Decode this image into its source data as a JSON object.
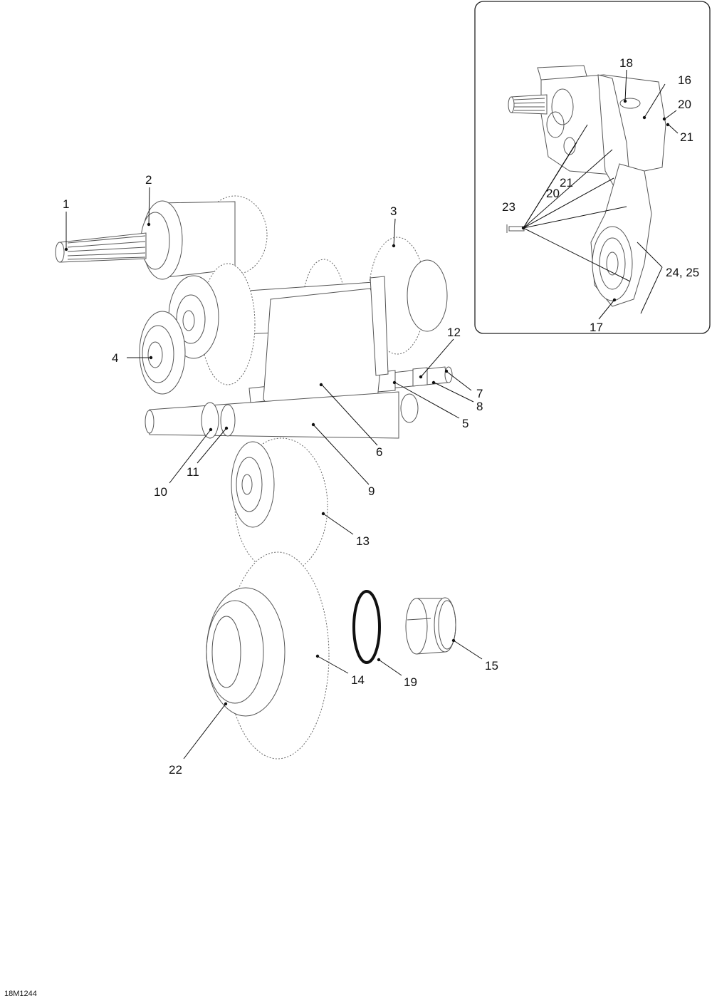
{
  "diagram_code": "18M1244",
  "callouts": {
    "p1": "1",
    "p2": "2",
    "p3": "3",
    "p4": "4",
    "p5": "5",
    "p6": "6",
    "p7": "7",
    "p8": "8",
    "p9": "9",
    "p10": "10",
    "p11": "11",
    "p12": "12",
    "p13": "13",
    "p14": "14",
    "p15": "15",
    "p19": "19",
    "p22": "22"
  },
  "inset": {
    "callouts": {
      "p16": "16",
      "p17": "17",
      "p18": "18",
      "p20a": "20",
      "p20b": "20",
      "p21a": "21",
      "p21b": "21",
      "p23": "23",
      "p24_25": "24, 25"
    }
  }
}
